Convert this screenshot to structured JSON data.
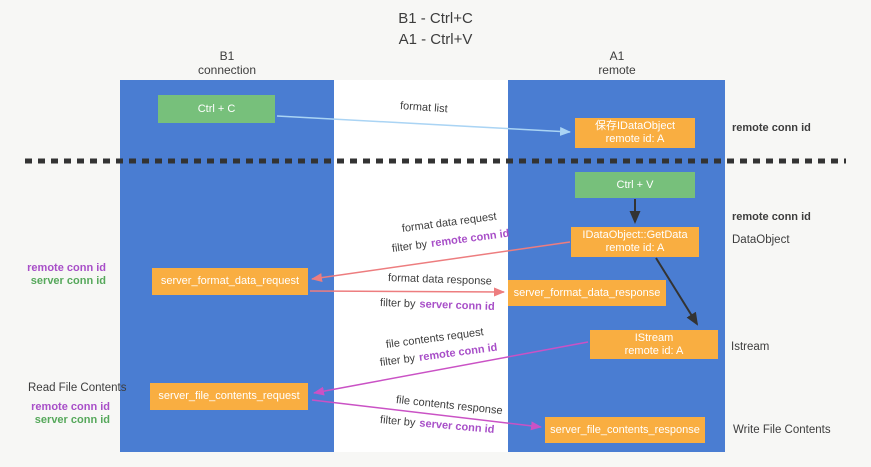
{
  "title": {
    "line1": "B1 - Ctrl+C",
    "line2": "A1 - Ctrl+V"
  },
  "columns": {
    "left": {
      "name": "B1",
      "role": "connection"
    },
    "right": {
      "name": "A1",
      "role": "remote"
    }
  },
  "nodes": {
    "ctrl_c": {
      "label": "Ctrl + C"
    },
    "save_idataobject": {
      "line1": "保存IDataObject",
      "line2": "remote id: A"
    },
    "ctrl_v": {
      "label": "Ctrl + V"
    },
    "getdata": {
      "line1": "IDataObject::GetData",
      "line2": "remote id: A"
    },
    "server_format_data_request": {
      "label": "server_format_data_request"
    },
    "server_format_data_response": {
      "label": "server_format_data_response"
    },
    "istream": {
      "line1": "IStream",
      "line2": "remote id: A"
    },
    "server_file_contents_request": {
      "label": "server_file_contents_request"
    },
    "server_file_contents_response": {
      "label": "server_file_contents_response"
    }
  },
  "annotations": {
    "right_top_remote_conn": "remote conn id",
    "right_mid_remote_conn": "remote conn id",
    "right_dataobject": "DataObject",
    "right_istream": "Istream",
    "right_write_file": "Write File Contents",
    "left_top_remote_conn": "remote conn id",
    "left_top_server_conn": "server conn id",
    "left_read_file": "Read File Contents",
    "left_bottom_remote_conn": "remote conn id",
    "left_bottom_server_conn": "server conn id"
  },
  "arrows": {
    "format_list": {
      "label": "format list"
    },
    "format_data_request": {
      "label": "format data request",
      "filter_prefix": "filter by",
      "filter_key": "remote conn id"
    },
    "format_data_response": {
      "label": "format data response",
      "filter_prefix": "filter by",
      "filter_key": "server conn id"
    },
    "file_contents_request": {
      "label": "file contents request",
      "filter_prefix": "filter by",
      "filter_key": "remote conn id"
    },
    "file_contents_response": {
      "label": "file contents response",
      "filter_prefix": "filter by",
      "filter_key": "server conn id"
    }
  },
  "colors": {
    "lifeline_blue": "#4a7dd2",
    "action_green": "#77c07b",
    "message_orange": "#f9ae41",
    "remote_conn_purple": "#a84fc8",
    "server_conn_green": "#56a85b",
    "format_arrow_salmon": "#ed7d7f",
    "file_arrow_magenta": "#ca52c5",
    "format_list_arrow_blue": "#aad4f4",
    "black_arrow": "#333333"
  }
}
